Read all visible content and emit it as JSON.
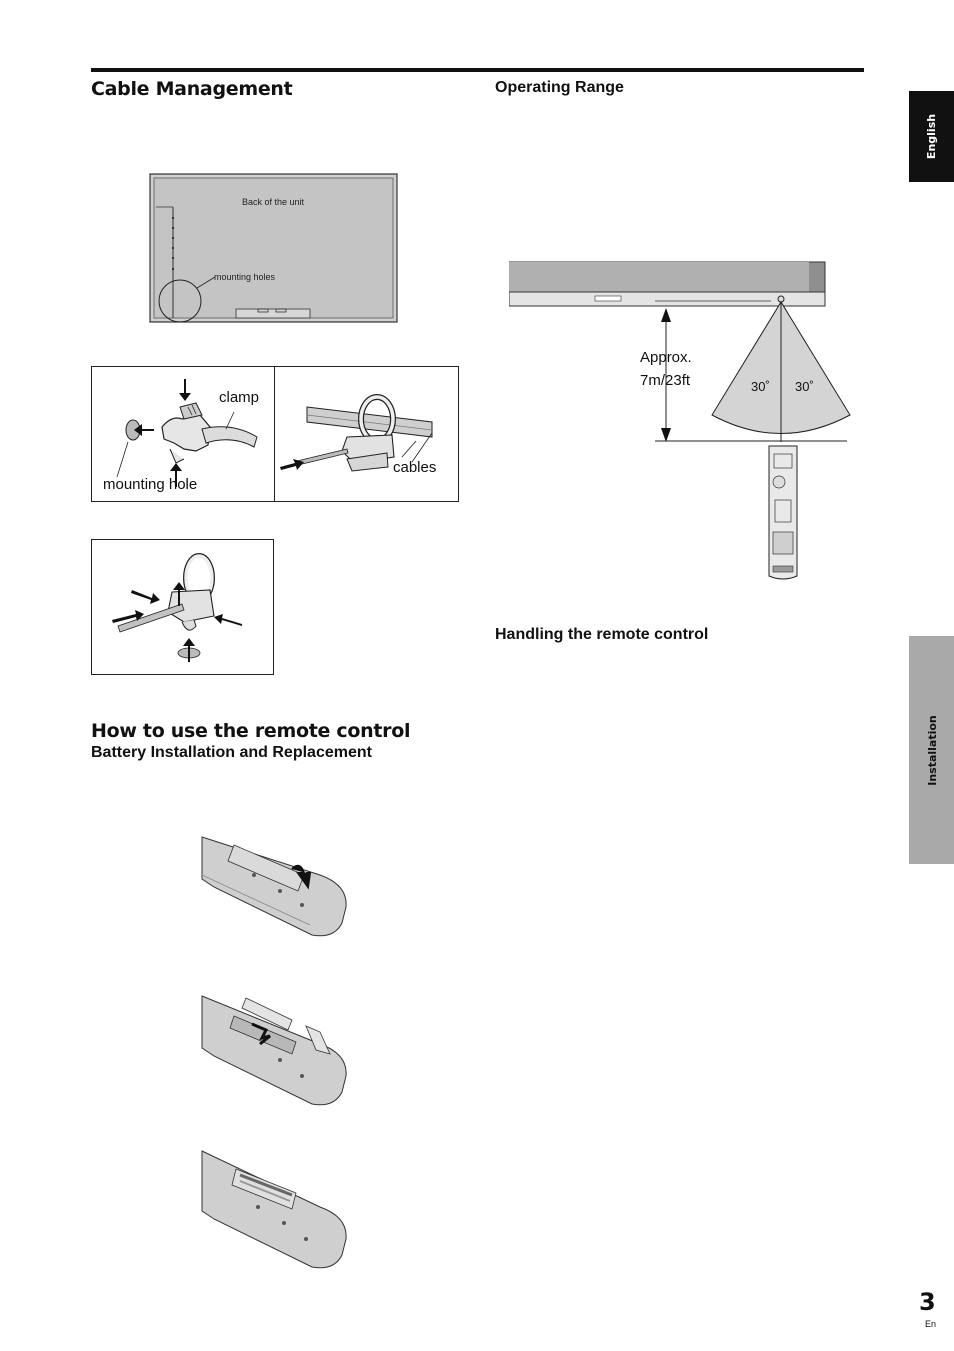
{
  "sections": {
    "cable_management": "Cable Management",
    "operating_range": "Operating Range",
    "handling": "Handling the remote control",
    "remote_heading": "How to use the remote control",
    "battery": "Battery Installation and Replacement"
  },
  "tabs": {
    "english": "English",
    "installation": "Installation"
  },
  "figures": {
    "back_of_unit": "Back of the unit",
    "mounting_holes": "mounting holes",
    "clamp": "clamp",
    "mounting_hole": "mounting hole",
    "cables": "cables",
    "approx": "Approx.",
    "distance": "7m/23ft",
    "angle_left": "30˚",
    "angle_right": "30˚"
  },
  "page": {
    "number": "3",
    "lang": "En"
  }
}
